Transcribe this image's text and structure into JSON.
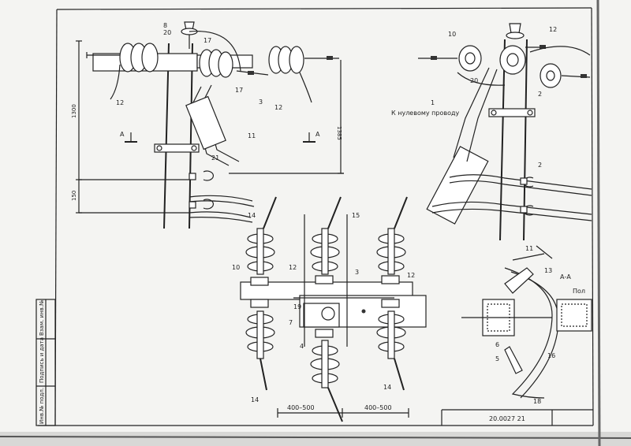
{
  "callouts": {
    "c8": "8",
    "c20": "20",
    "c17a": "17",
    "c17b": "17",
    "c3": "3",
    "c12a": "12",
    "c12b": "12",
    "c11a": "11",
    "c21": "21",
    "cA1": "A",
    "cA2": "A",
    "c10a": "10",
    "c12c": "12",
    "c2a": "2",
    "c20b": "20",
    "c2b": "2",
    "c14a": "14",
    "c15": "15",
    "c10b": "10",
    "c12d": "12",
    "c3b": "3",
    "c12e": "12",
    "c19": "19",
    "c7": "7",
    "c4": "4",
    "c14b": "14",
    "c14c": "14",
    "c11b": "11",
    "c13": "13",
    "c6": "6",
    "c5": "5",
    "c16": "16",
    "c18": "18",
    "c1": "1"
  },
  "dimensions": {
    "d1": "1385",
    "d2": "1300",
    "d3": "150",
    "d4": "400–500",
    "d5": "400–500"
  },
  "annotations": {
    "neutral_wire": "К нулевому проводу",
    "section": "А-А",
    "cut_label": "Пол"
  },
  "title_block": {
    "code": "20.0027  21",
    "stamp1": "Взам. инв.№",
    "stamp2": "Подпись и дата",
    "stamp3": "Инв.№ подл."
  }
}
